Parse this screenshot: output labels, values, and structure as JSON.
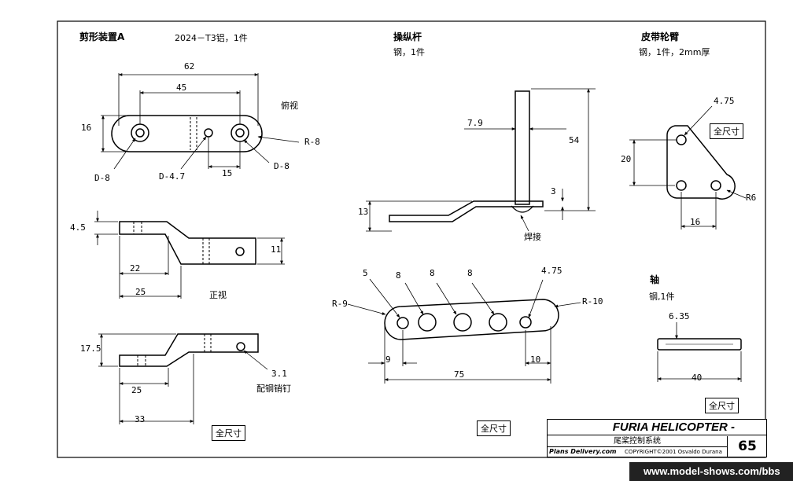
{
  "part_a": {
    "title": "剪形装置A",
    "material": "2024－T3铝，1件",
    "view_top": "俯视",
    "view_front": "正视",
    "pin_note": "配钢销钉",
    "scale_note": "全尺寸",
    "dims": {
      "d62": "62",
      "d45": "45",
      "d16": "16",
      "d15": "15",
      "r8": "R-8",
      "d8_left": "D-8",
      "d47": "D-4.7",
      "d8_right": "D-8",
      "d4_5": "4.5",
      "d22": "22",
      "d25": "25",
      "d11": "11",
      "d17_5": "17.5",
      "d25b": "25",
      "d33": "33",
      "d3_1": "3.1"
    }
  },
  "control_rod": {
    "title": "操纵杆",
    "material": "钢，1件",
    "weld_note": "焊接",
    "scale_note": "全尺寸",
    "dims": {
      "d7_9": "7.9",
      "d54": "54",
      "d3": "3",
      "d13": "13",
      "d5": "5",
      "d8a": "8",
      "d8b": "8",
      "d8c": "8",
      "d4_75": "4.75",
      "r9": "R-9",
      "r10": "R-10",
      "d9": "9",
      "d10": "10",
      "d75": "75"
    }
  },
  "belt_arm": {
    "title": "皮带轮臂",
    "material": "钢，1件，2mm厚",
    "scale_note": "全尺寸",
    "dims": {
      "d4_75": "4.75",
      "d20": "20",
      "r6": "R6",
      "d16": "16"
    }
  },
  "shaft": {
    "title": "轴",
    "material": "钢,1件",
    "scale_note": "全尺寸",
    "dims": {
      "d6_35": "6.35",
      "d40": "40"
    }
  },
  "title_block": {
    "brand": "FURIA HELICOPTER -",
    "system": "尾桨控制系统",
    "publisher": "Plans Delivery.com",
    "copyright": "COPYRIGHT©2001 Osvaldo Durana",
    "page": "65"
  },
  "watermark": "www.model-shows.com/bbs"
}
